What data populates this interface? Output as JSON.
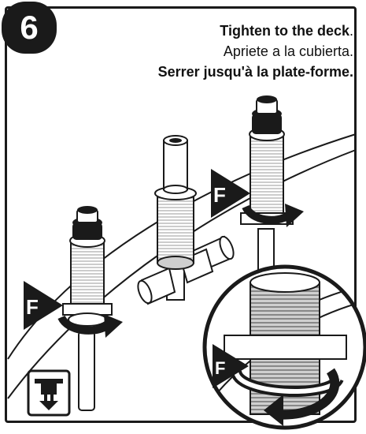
{
  "step": {
    "number": "6"
  },
  "instructions": {
    "english_bold": "Tighten to the deck",
    "english_period": ".",
    "spanish": "Apriete a la cubierta.",
    "french": "Serrer jusqu'à la plate-forme."
  },
  "callouts": {
    "f_label": "F"
  },
  "icons": {
    "step_badge": "number-badge",
    "f_arrow": "flag-arrow-icon",
    "rotate": "rotate-arrow-icon",
    "under_deck": "under-deck-install-icon"
  },
  "colors": {
    "ink": "#1a1a1a",
    "paper": "#ffffff",
    "thread": "#b8b8b8"
  }
}
